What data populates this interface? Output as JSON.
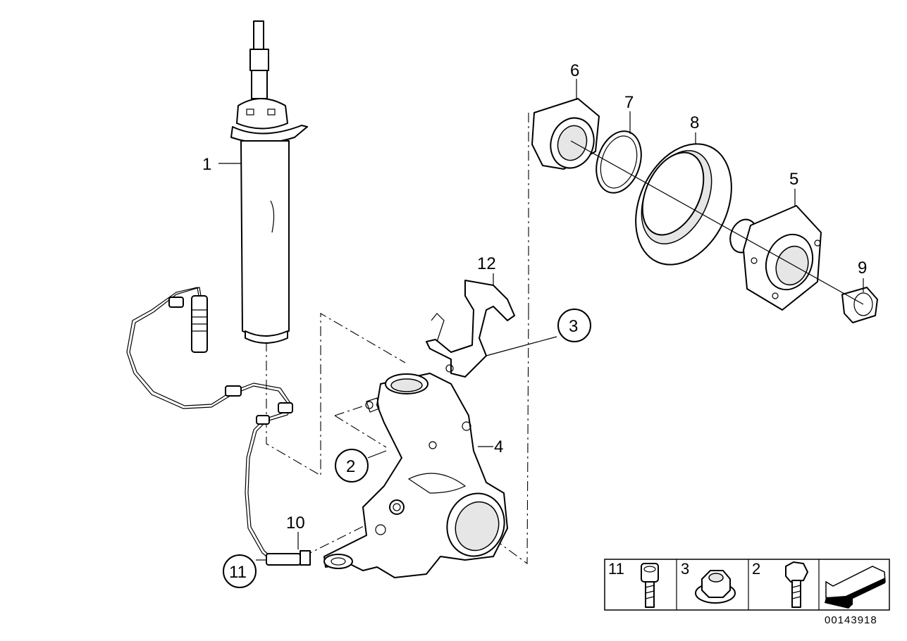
{
  "callouts": {
    "p1": "1",
    "p2": "2",
    "p3": "3",
    "p4": "4",
    "p5": "5",
    "p6": "6",
    "p7": "7",
    "p8": "8",
    "p9": "9",
    "p10": "10",
    "p11": "11",
    "p12": "12"
  },
  "legend": {
    "cell1": "11",
    "cell2": "3",
    "cell3": "2"
  },
  "reference_number": "00143918"
}
